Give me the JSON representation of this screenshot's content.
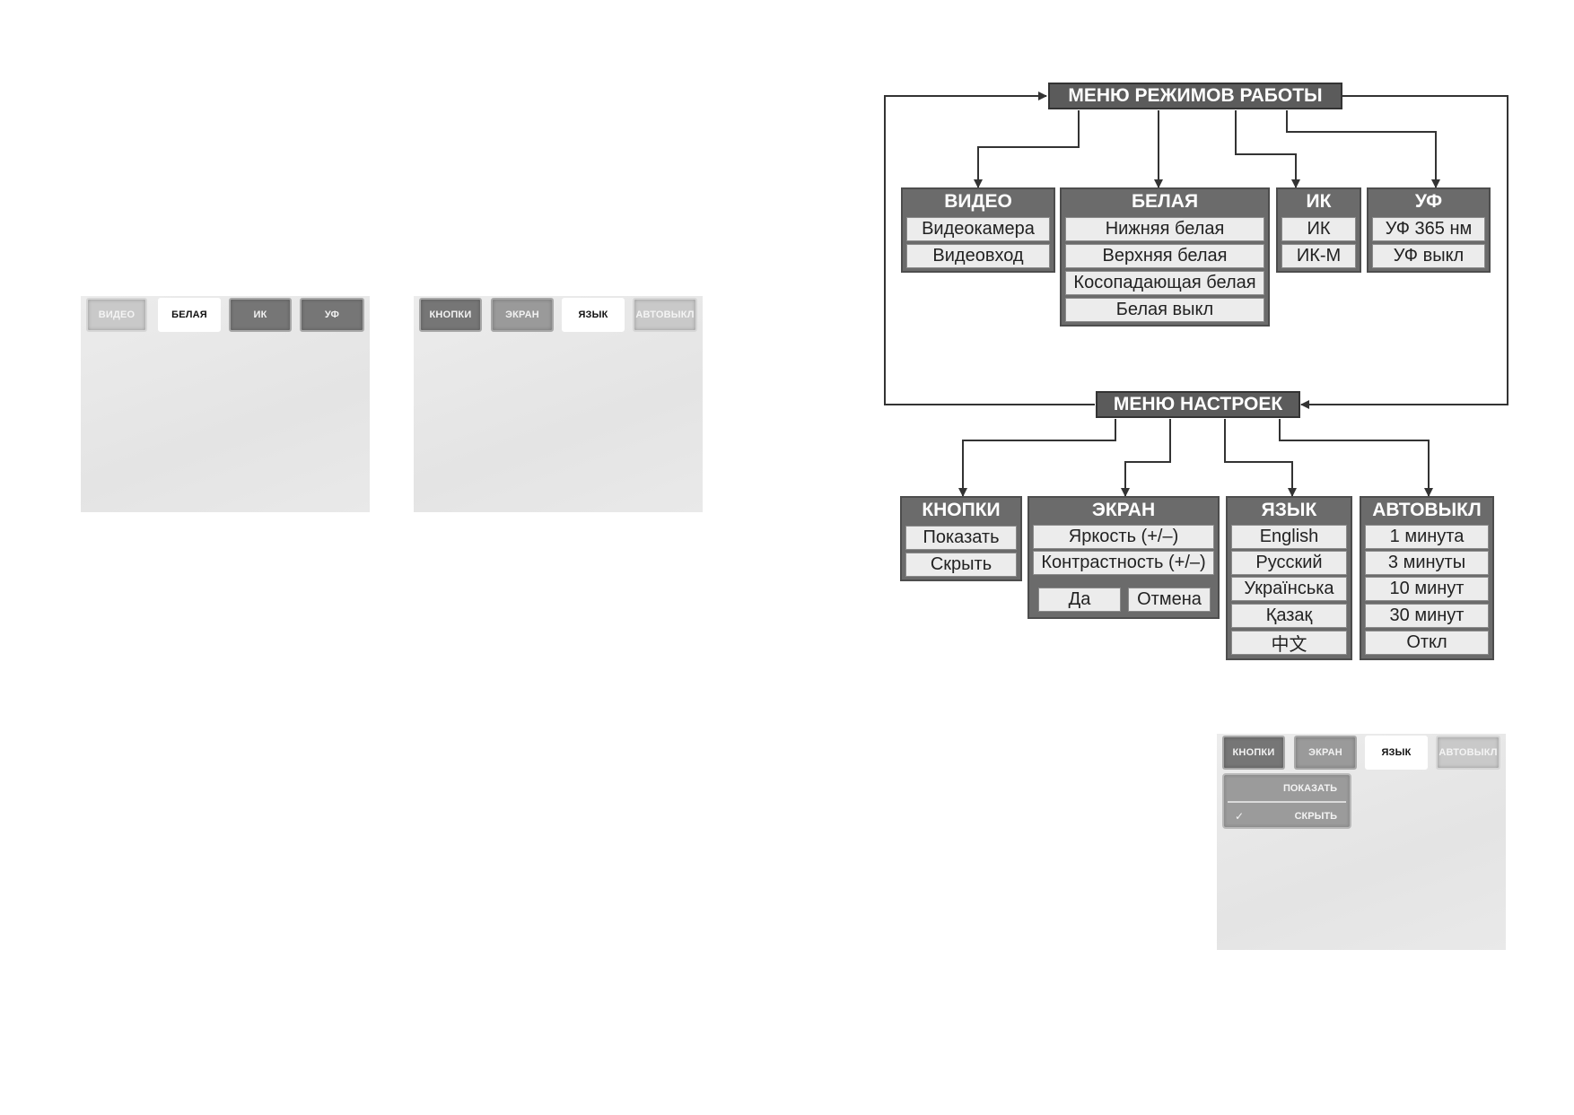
{
  "screen_modes": {
    "tabs": [
      "ВИДЕО",
      "БЕЛАЯ",
      "ИК",
      "УФ"
    ],
    "active_tab": "БЕЛАЯ"
  },
  "screen_settings": {
    "tabs": [
      "КНОПКИ",
      "ЭКРАН",
      "ЯЗЫК",
      "АВТОВЫКЛ"
    ],
    "active_tab": "ЯЗЫК"
  },
  "screen_settings_dropdown": {
    "tabs": [
      "КНОПКИ",
      "ЭКРАН",
      "ЯЗЫК",
      "АВТОВЫКЛ"
    ],
    "active_tab": "ЯЗЫК",
    "dropdown": {
      "items": [
        "ПОКАЗАТЬ",
        "СКРЫТЬ"
      ],
      "checked_index": 1,
      "check_glyph": "✓"
    }
  },
  "diagram": {
    "modes_menu": {
      "title": "МЕНЮ РЕЖИМОВ РАБОТЫ",
      "groups": [
        {
          "title": "ВИДЕО",
          "items": [
            "Видеокамера",
            "Видеовход"
          ]
        },
        {
          "title": "БЕЛАЯ",
          "items": [
            "Нижняя белая",
            "Верхняя белая",
            "Косопадающая белая",
            "Белая выкл"
          ]
        },
        {
          "title": "ИК",
          "items": [
            "ИК",
            "ИК-М"
          ]
        },
        {
          "title": "УФ",
          "items": [
            "УФ 365 нм",
            "УФ выкл"
          ]
        }
      ]
    },
    "settings_menu": {
      "title": "МЕНЮ НАСТРОЕК",
      "groups": [
        {
          "title": "КНОПКИ",
          "items": [
            "Показать",
            "Скрыть"
          ]
        },
        {
          "title": "ЭКРАН",
          "items": [
            "Яркость (+/–)",
            "Контрастность (+/–)"
          ],
          "buttons": [
            "Да",
            "Отмена"
          ]
        },
        {
          "title": "ЯЗЫК",
          "items": [
            "English",
            "Русский",
            "Українська",
            "Қазақ",
            "中文"
          ]
        },
        {
          "title": "АВТОВЫКЛ",
          "items": [
            "1 минута",
            "3 минуты",
            "10 минут",
            "30 минут",
            "Откл"
          ]
        }
      ]
    }
  },
  "colors": {
    "header_fill": "#5b5b5b",
    "panel_fill": "#6b6b6b",
    "item_fill": "#ececec",
    "line": "#333333"
  }
}
